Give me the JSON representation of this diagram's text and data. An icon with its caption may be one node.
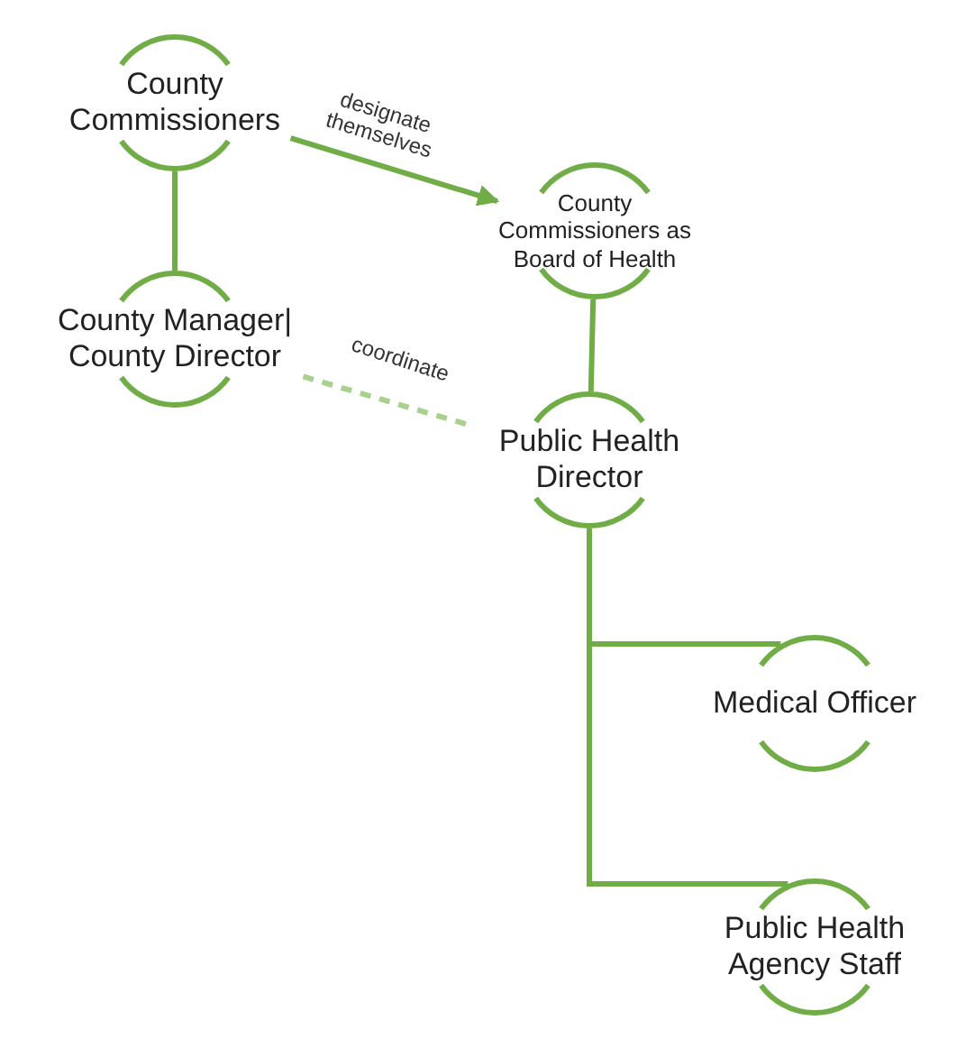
{
  "diagram": {
    "nodes": [
      {
        "text": [
          "County Commissioners"
        ]
      },
      {
        "text": [
          "County Manager| County Director"
        ]
      },
      {
        "text": [
          "County Commissioners as Board of Health"
        ]
      },
      {
        "text": [
          "Public Health Director"
        ]
      },
      {
        "text": [
          "Medical Officer"
        ]
      },
      {
        "text": [
          "Public Health Agency Staff"
        ]
      }
    ],
    "edges": [
      {
        "from": 0,
        "to": 1,
        "arrow": "none"
      },
      {
        "from": 0,
        "to": 2,
        "arrow": "to",
        "label": "designate themselves"
      },
      {
        "from": 1,
        "to": 3,
        "arrow": "none",
        "label": "coordinate",
        "style": "dashed",
        "color": "#a9d18e"
      },
      {
        "from": 2,
        "to": 3,
        "arrow": "none"
      },
      {
        "from": 3,
        "to": 4,
        "arrow": "none"
      },
      {
        "from": 3,
        "to": 5,
        "arrow": "none"
      }
    ]
  }
}
